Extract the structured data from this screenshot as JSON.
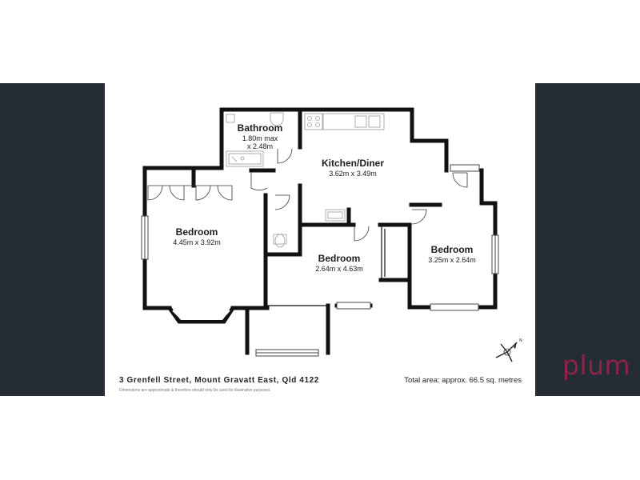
{
  "brand": {
    "name": "plum",
    "color": "#8e2247"
  },
  "colors": {
    "panel": "#252c35",
    "wall": "#111111",
    "fixture": "#999999"
  },
  "rooms": {
    "bathroom": {
      "name": "Bathroom",
      "dim_line1": "1.80m max",
      "dim_line2": "x 2.48m"
    },
    "kitchen": {
      "name": "Kitchen/Diner",
      "dims": "3.62m x 3.49m"
    },
    "bedroom_left": {
      "name": "Bedroom",
      "dims": "4.45m x 3.92m"
    },
    "bedroom_middle": {
      "name": "Bedroom",
      "dims": "2.64m x 4.63m"
    },
    "bedroom_right": {
      "name": "Bedroom",
      "dims": "3.25m x 2.64m"
    }
  },
  "footer": {
    "address": "3 Grenfell Street, Mount Gravatt East, Qld 4122",
    "total_area": "Total area: approx. 66.5 sq. metres",
    "disclaimer": "Dimensions are approximate & therefore should only be used for illustrative purposes."
  },
  "icons": {
    "compass": "compass-icon"
  }
}
